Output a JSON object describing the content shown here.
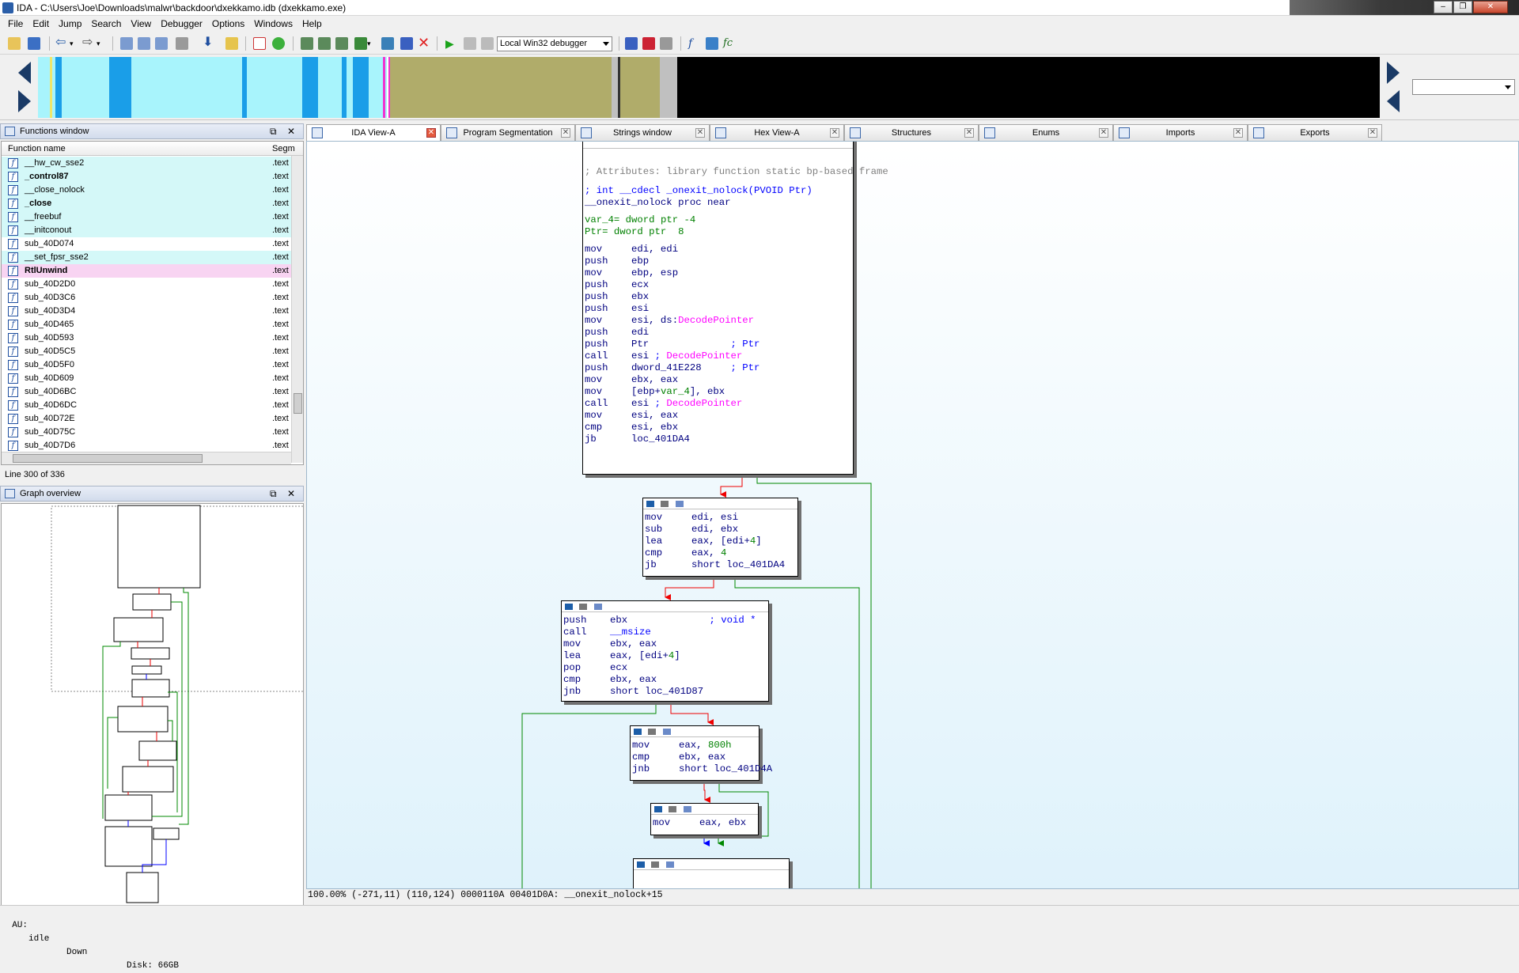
{
  "window": {
    "title": "IDA - C:\\Users\\Joe\\Downloads\\malwr\\backdoor\\dxekkamo.idb (dxekkamo.exe)"
  },
  "menu": [
    "File",
    "Edit",
    "Jump",
    "Search",
    "View",
    "Debugger",
    "Options",
    "Windows",
    "Help"
  ],
  "toolbar": {
    "debugger": "Local Win32 debugger"
  },
  "functions_window": {
    "title": "Functions window",
    "col_name": "Function name",
    "col_seg": "Segm",
    "rows": [
      {
        "name": "__hw_cw_sse2",
        "seg": ".text",
        "bold": false,
        "hl": "cyan"
      },
      {
        "name": "_control87",
        "seg": ".text",
        "bold": true,
        "hl": "cyan"
      },
      {
        "name": "__close_nolock",
        "seg": ".text",
        "bold": false,
        "hl": "cyan"
      },
      {
        "name": "_close",
        "seg": ".text",
        "bold": true,
        "hl": "cyan"
      },
      {
        "name": "__freebuf",
        "seg": ".text",
        "bold": false,
        "hl": "cyan"
      },
      {
        "name": "__initconout",
        "seg": ".text",
        "bold": false,
        "hl": "cyan"
      },
      {
        "name": "sub_40D074",
        "seg": ".text",
        "bold": false,
        "hl": "none"
      },
      {
        "name": "__set_fpsr_sse2",
        "seg": ".text",
        "bold": false,
        "hl": "cyan"
      },
      {
        "name": "RtlUnwind",
        "seg": ".text",
        "bold": true,
        "hl": "pink"
      },
      {
        "name": "sub_40D2D0",
        "seg": ".text",
        "bold": false,
        "hl": "none"
      },
      {
        "name": "sub_40D3C6",
        "seg": ".text",
        "bold": false,
        "hl": "none"
      },
      {
        "name": "sub_40D3D4",
        "seg": ".text",
        "bold": false,
        "hl": "none"
      },
      {
        "name": "sub_40D465",
        "seg": ".text",
        "bold": false,
        "hl": "none"
      },
      {
        "name": "sub_40D593",
        "seg": ".text",
        "bold": false,
        "hl": "none"
      },
      {
        "name": "sub_40D5C5",
        "seg": ".text",
        "bold": false,
        "hl": "none"
      },
      {
        "name": "sub_40D5F0",
        "seg": ".text",
        "bold": false,
        "hl": "none"
      },
      {
        "name": "sub_40D609",
        "seg": ".text",
        "bold": false,
        "hl": "none"
      },
      {
        "name": "sub_40D6BC",
        "seg": ".text",
        "bold": false,
        "hl": "none"
      },
      {
        "name": "sub_40D6DC",
        "seg": ".text",
        "bold": false,
        "hl": "none"
      },
      {
        "name": "sub_40D72E",
        "seg": ".text",
        "bold": false,
        "hl": "none"
      },
      {
        "name": "sub_40D75C",
        "seg": ".text",
        "bold": false,
        "hl": "none"
      },
      {
        "name": "sub_40D7D6",
        "seg": ".text",
        "bold": false,
        "hl": "none"
      }
    ],
    "status": "Line 300 of 336"
  },
  "graph_overview": {
    "title": "Graph overview"
  },
  "tabs": [
    {
      "label": "IDA View-A",
      "active": true
    },
    {
      "label": "Program Segmentation",
      "active": false
    },
    {
      "label": "Strings window",
      "active": false
    },
    {
      "label": "Hex View-A",
      "active": false
    },
    {
      "label": "Structures",
      "active": false
    },
    {
      "label": "Enums",
      "active": false
    },
    {
      "label": "Imports",
      "active": false
    },
    {
      "label": "Exports",
      "active": false
    }
  ],
  "graph": {
    "status": "100.00% (-271,11) (110,124) 0000110A 00401D0A: __onexit_nolock+15",
    "node1": [
      "; Attributes: library function static bp-based frame",
      "; int __cdecl _onexit_nolock(PVOID Ptr)",
      "__onexit_nolock proc near",
      "var_4= dword ptr -4",
      "Ptr= dword ptr  8",
      "mov     edi, edi",
      "push    ebp",
      "mov     ebp, esp",
      "push    ecx",
      "push    ebx",
      "push    esi",
      "mov     esi, ds:DecodePointer",
      "push    edi",
      "push    Ptr              ; Ptr",
      "call    esi ; DecodePointer",
      "push    dword_41E228     ; Ptr",
      "mov     ebx, eax",
      "mov     [ebp+var_4], ebx",
      "call    esi ; DecodePointer",
      "mov     esi, eax",
      "cmp     esi, ebx",
      "jb      loc_401DA4"
    ],
    "node2": [
      "mov     edi, esi",
      "sub     edi, ebx",
      "lea     eax, [edi+4]",
      "cmp     eax, 4",
      "jb      short loc_401DA4"
    ],
    "node3": [
      "push    ebx              ; void *",
      "call    __msize",
      "mov     ebx, eax",
      "lea     eax, [edi+4]",
      "pop     ecx",
      "cmp     ebx, eax",
      "jnb     short loc_401D87"
    ],
    "node4": [
      "mov     eax, 800h",
      "cmp     ebx, eax",
      "jnb     short loc_401D4A"
    ],
    "node5": [
      "mov     eax, ebx"
    ]
  },
  "statusbar": {
    "au_label": "AU:",
    "au_state": "idle",
    "direction": "Down",
    "disk": "Disk: 66GB"
  },
  "colors": {
    "code_blue": "#000080",
    "import_pink": "#ff00ff",
    "comment_gray": "#808080",
    "number_green": "#008000",
    "edge_red": "#ff0000",
    "edge_green": "#008000",
    "edge_blue": "#0000ff"
  }
}
